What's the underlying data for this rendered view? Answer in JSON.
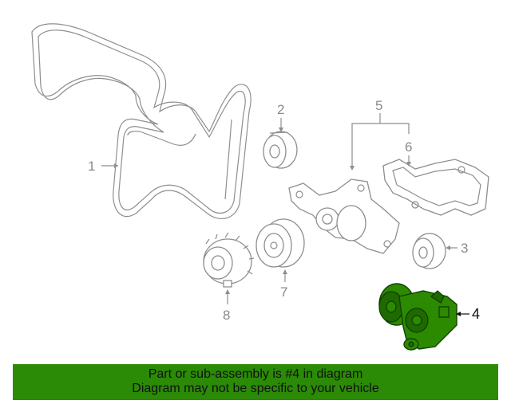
{
  "callouts": {
    "c1": "1",
    "c2": "2",
    "c3": "3",
    "c4": "4",
    "c5": "5",
    "c6": "6",
    "c7": "7",
    "c8": "8"
  },
  "banner": {
    "line1": "Part or sub-assembly is #4 in diagram",
    "line2": "Diagram may not be specific to your vehicle"
  },
  "colors": {
    "highlight": "#2c8a00",
    "banner": "#2b8a06",
    "linework": "#8e8e8e"
  }
}
